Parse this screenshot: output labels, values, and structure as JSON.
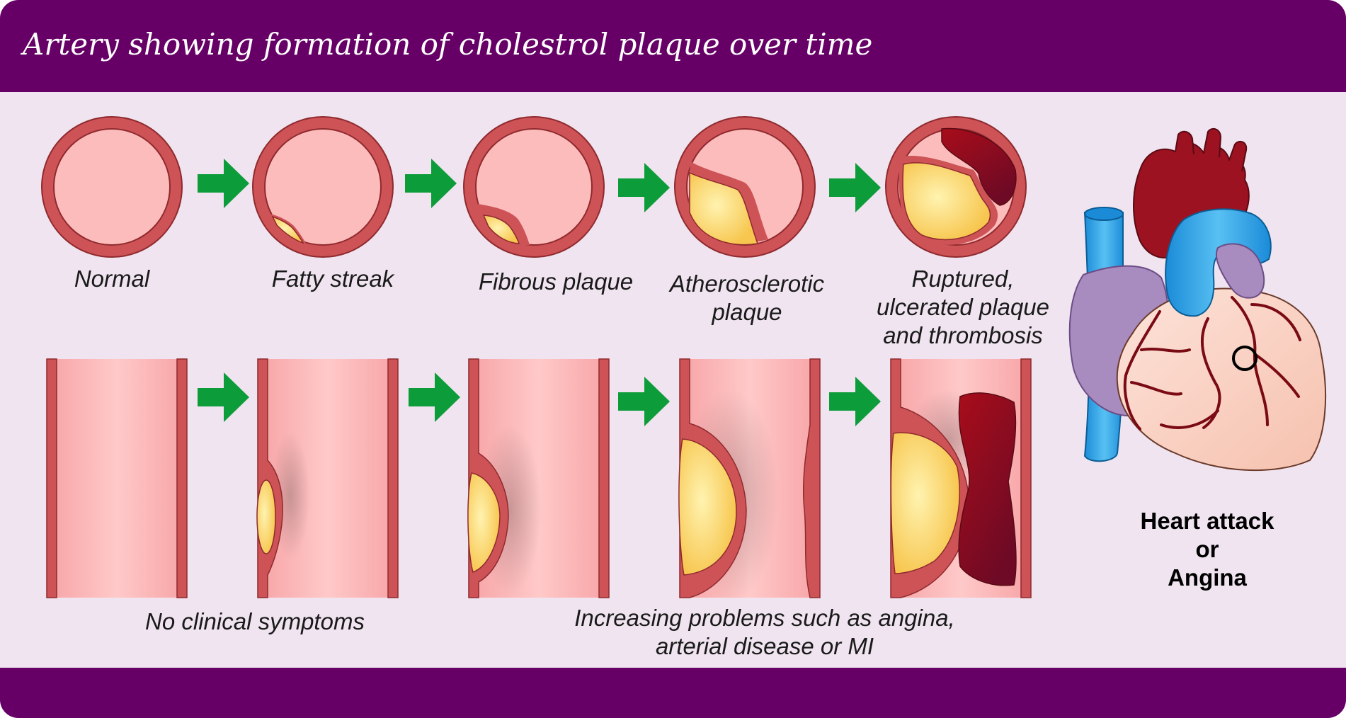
{
  "title": "Artery showing formation of cholestrol plaque over time",
  "stages": [
    {
      "label": "Normal"
    },
    {
      "label": "Fatty streak"
    },
    {
      "label": "Fibrous plaque"
    },
    {
      "label": "Atherosclerotic\nplaque"
    },
    {
      "label": "Ruptured,\nulcerated plaque\nand thrombosis"
    }
  ],
  "group_labels": {
    "early": "No clinical symptoms",
    "late": "Increasing problems such as angina,\narterial disease or MI"
  },
  "outcome_label": "Heart attack\nor\nAngina",
  "colors": {
    "header": "#660066",
    "background": "#efe4ef",
    "artery_wall": "#cd5357",
    "lumen": "#fdbcbc",
    "plaque": "#fbd86a",
    "thrombus": "#8b0d1c",
    "arrow": "#0d9c3a"
  }
}
